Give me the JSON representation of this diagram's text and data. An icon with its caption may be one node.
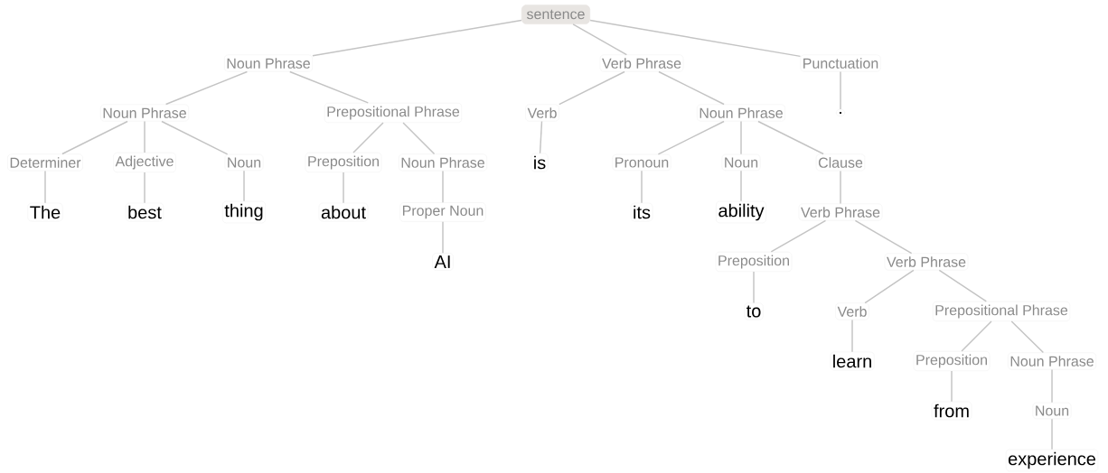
{
  "diagram": {
    "nodes": [
      {
        "text": [
          "sentence"
        ]
      },
      {
        "text": [
          "Noun Phrase"
        ]
      },
      {
        "text": [
          "Verb Phrase"
        ]
      },
      {
        "text": [
          "Punctuation"
        ]
      },
      {
        "text": [
          "Noun Phrase"
        ]
      },
      {
        "text": [
          "Prepositional Phrase"
        ]
      },
      {
        "text": [
          "Verb"
        ]
      },
      {
        "text": [
          "Noun Phrase"
        ]
      },
      {
        "text": [
          "."
        ]
      },
      {
        "text": [
          "Determiner"
        ]
      },
      {
        "text": [
          "Adjective"
        ]
      },
      {
        "text": [
          "Noun"
        ]
      },
      {
        "text": [
          "Preposition"
        ]
      },
      {
        "text": [
          "Noun Phrase"
        ]
      },
      {
        "text": [
          "is"
        ]
      },
      {
        "text": [
          "Pronoun"
        ]
      },
      {
        "text": [
          "Noun"
        ]
      },
      {
        "text": [
          "Clause"
        ]
      },
      {
        "text": [
          "The"
        ]
      },
      {
        "text": [
          "best"
        ]
      },
      {
        "text": [
          "thing"
        ]
      },
      {
        "text": [
          "about"
        ]
      },
      {
        "text": [
          "Proper Noun"
        ]
      },
      {
        "text": [
          "its"
        ]
      },
      {
        "text": [
          "ability"
        ]
      },
      {
        "text": [
          "Verb Phrase"
        ]
      },
      {
        "text": [
          "AI"
        ]
      },
      {
        "text": [
          "Preposition"
        ]
      },
      {
        "text": [
          "Verb Phrase"
        ]
      },
      {
        "text": [
          "to"
        ]
      },
      {
        "text": [
          "Verb"
        ]
      },
      {
        "text": [
          "Prepositional Phrase"
        ]
      },
      {
        "text": [
          "learn"
        ]
      },
      {
        "text": [
          "Preposition"
        ]
      },
      {
        "text": [
          "Noun Phrase"
        ]
      },
      {
        "text": [
          "from"
        ]
      },
      {
        "text": [
          "Noun"
        ]
      },
      {
        "text": [
          "experience"
        ]
      }
    ],
    "edges": [
      {
        "from": 0,
        "to": 1,
        "arrow": "none"
      },
      {
        "from": 0,
        "to": 2,
        "arrow": "none"
      },
      {
        "from": 0,
        "to": 3,
        "arrow": "none"
      },
      {
        "from": 1,
        "to": 4,
        "arrow": "none"
      },
      {
        "from": 1,
        "to": 5,
        "arrow": "none"
      },
      {
        "from": 2,
        "to": 6,
        "arrow": "none"
      },
      {
        "from": 2,
        "to": 7,
        "arrow": "none"
      },
      {
        "from": 3,
        "to": 8,
        "arrow": "none"
      },
      {
        "from": 4,
        "to": 9,
        "arrow": "none"
      },
      {
        "from": 4,
        "to": 10,
        "arrow": "none"
      },
      {
        "from": 4,
        "to": 11,
        "arrow": "none"
      },
      {
        "from": 5,
        "to": 12,
        "arrow": "none"
      },
      {
        "from": 5,
        "to": 13,
        "arrow": "none"
      },
      {
        "from": 6,
        "to": 14,
        "arrow": "none"
      },
      {
        "from": 7,
        "to": 15,
        "arrow": "none"
      },
      {
        "from": 7,
        "to": 16,
        "arrow": "none"
      },
      {
        "from": 7,
        "to": 17,
        "arrow": "none"
      },
      {
        "from": 9,
        "to": 18,
        "arrow": "none"
      },
      {
        "from": 10,
        "to": 19,
        "arrow": "none"
      },
      {
        "from": 11,
        "to": 20,
        "arrow": "none"
      },
      {
        "from": 12,
        "to": 21,
        "arrow": "none"
      },
      {
        "from": 13,
        "to": 22,
        "arrow": "none"
      },
      {
        "from": 15,
        "to": 23,
        "arrow": "none"
      },
      {
        "from": 16,
        "to": 24,
        "arrow": "none"
      },
      {
        "from": 17,
        "to": 25,
        "arrow": "none"
      },
      {
        "from": 22,
        "to": 26,
        "arrow": "none"
      },
      {
        "from": 25,
        "to": 27,
        "arrow": "none"
      },
      {
        "from": 25,
        "to": 28,
        "arrow": "none"
      },
      {
        "from": 27,
        "to": 29,
        "arrow": "none"
      },
      {
        "from": 28,
        "to": 30,
        "arrow": "none"
      },
      {
        "from": 28,
        "to": 31,
        "arrow": "none"
      },
      {
        "from": 30,
        "to": 32,
        "arrow": "none"
      },
      {
        "from": 31,
        "to": 33,
        "arrow": "none"
      },
      {
        "from": 31,
        "to": 34,
        "arrow": "none"
      },
      {
        "from": 33,
        "to": 35,
        "arrow": "none"
      },
      {
        "from": 34,
        "to": 36,
        "arrow": "none"
      },
      {
        "from": 36,
        "to": 37,
        "arrow": "none"
      }
    ]
  }
}
